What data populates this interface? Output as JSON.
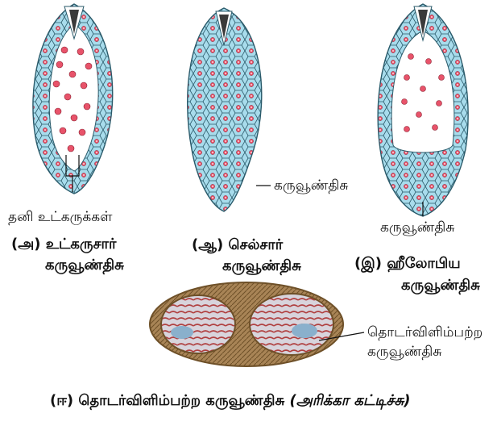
{
  "labels": {
    "free_nuclei": "தனி உட்கருக்கள்",
    "endosperm_b": "கருவூண்திசு",
    "endosperm_c": "கருவூண்திசு",
    "ruminate": "தொடர்விளிம்பற்ற",
    "ruminate_2": "கருவூண்திசு"
  },
  "captions": {
    "a_line1": "(அ) உட்கருசார்",
    "a_line2": "கருவூண்திசு",
    "b_line1": "(ஆ) செல்சார்",
    "b_line2": "கருவூண்திசு",
    "c_line1": "(இ) ஹீலோபிய",
    "c_line2": "கருவூண்திசு",
    "d_main": "(ஈ) தொடர்விளிம்பற்ற கருவூண்திசு",
    "d_italic": "(அரிக்கா கட்டிச்சு)"
  },
  "colors": {
    "cell_fill": "#a8dcec",
    "cell_stroke": "#2a5a6a",
    "nucleus": "#e8536a",
    "embryo": "#3a3a3a",
    "seed_husk": "#8a6a3a"
  }
}
